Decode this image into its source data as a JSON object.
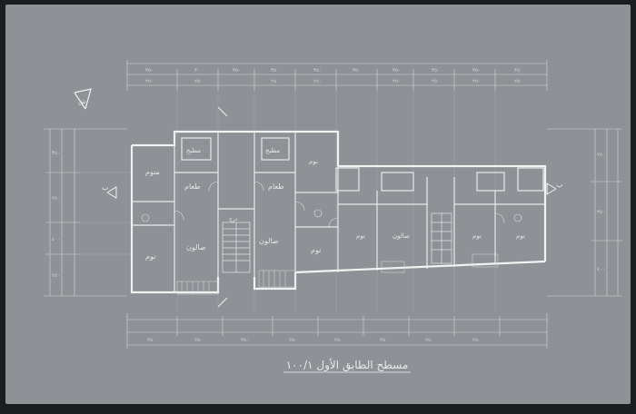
{
  "colors": {
    "paper": "#8e9195",
    "paper_dark": "#7d8084",
    "ink": "#f0f0f0",
    "ink_dim": "#cfd0d2",
    "frame": "#1c1d1e"
  },
  "drawing": {
    "title": "مسطح الطابق الأول  ١٠٠/١",
    "rooms": {
      "bedroom_top_left": "منوم",
      "kitchen_left": "مطبخ",
      "food_left": "طعام",
      "living_left": "صالون",
      "bedroom_bottom_left": "نوم",
      "kitchen_mid": "مطبخ",
      "food_mid": "طعام",
      "living_mid": "صالون",
      "bedroom_mid_right": "نوم",
      "bedroom_mid_top": "نوم",
      "stair_label": "درج",
      "room_center_a": "نوم",
      "room_center_b": "صالون",
      "room_right_a": "نوم",
      "room_right_b": "نوم"
    },
    "dims_top_outer": [
      "٣٥٠",
      "٣٠",
      "٣٥٠",
      "٣٥٠",
      "٣٥٠",
      "٣٥٠",
      "٣٥٠",
      "٣٥٠",
      "٣٥٠",
      "٣٥٠"
    ],
    "dims_top_mid": [
      "٢٥٠",
      "٢٥٠",
      "٢٥٠",
      "٢٥٠",
      "٢٥٠",
      "٢٥٠",
      "٢٥٠",
      "٢٥٠"
    ],
    "dims_bottom": [
      "٢٥٠",
      "٢٥٠",
      "٢٥٠",
      "٢٥٠",
      "٢٥٠",
      "٢٥٠",
      "٢٥٠",
      "٢٥٠"
    ],
    "dims_left": [
      "٣٥٠",
      "٢٥٠",
      "٤٠٠",
      "٢٥٠"
    ],
    "dims_right": [
      "٢٥٠",
      "٣٥٠",
      "٤٠٠"
    ],
    "section_marks": [
      "ب",
      "ب"
    ],
    "north_arrow_label": "ش"
  }
}
